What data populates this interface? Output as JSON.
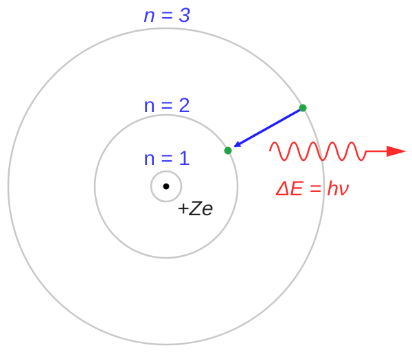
{
  "labels": {
    "n3": "n = 3",
    "n2": "n = 2",
    "n1": "n = 1",
    "nucleus": "+Ze",
    "energy": "ΔE = hν"
  },
  "colors": {
    "orbit": "#c8c8c8",
    "level_label": "#3a3aff",
    "electron": "#22a447",
    "transition_arrow": "#1f1fff",
    "photon": "#ff2a2a"
  }
}
